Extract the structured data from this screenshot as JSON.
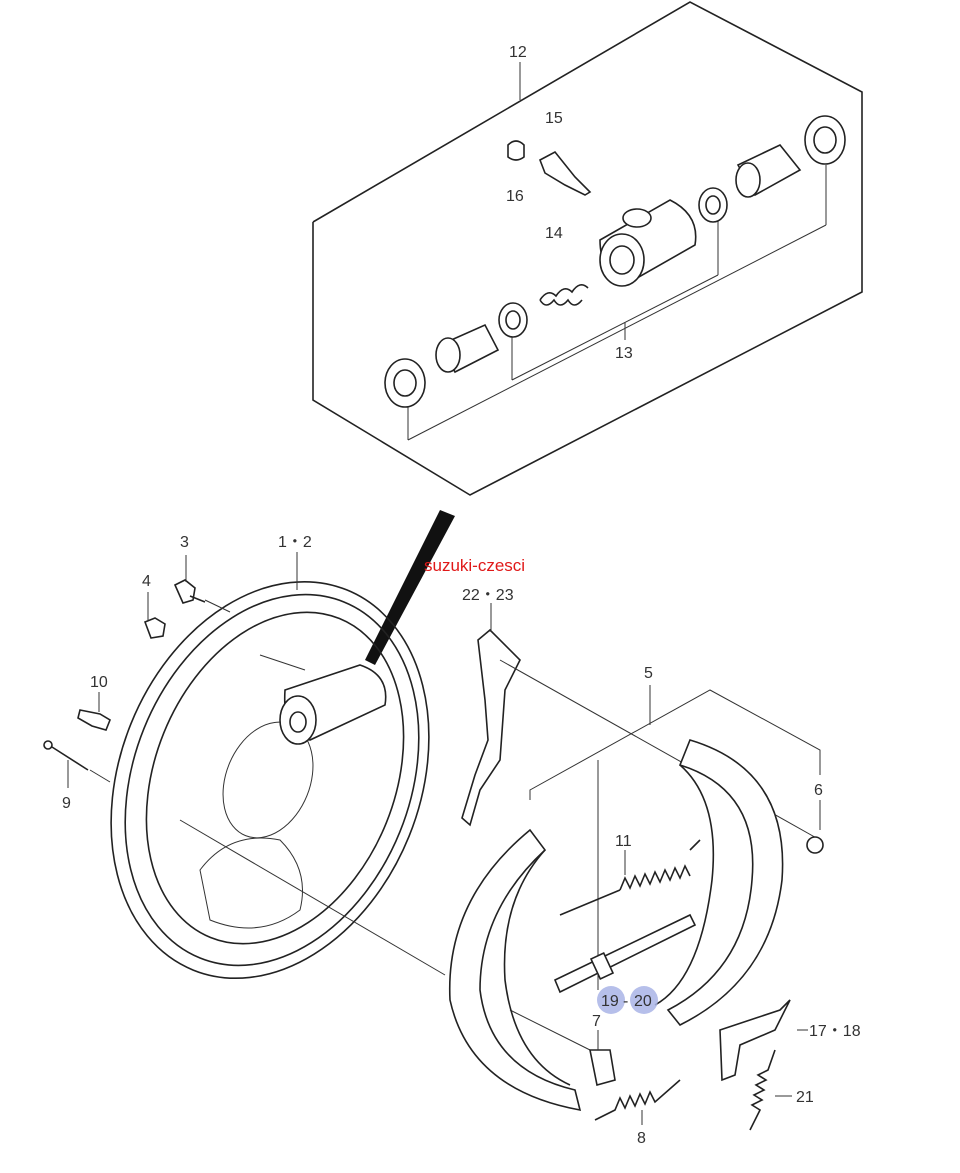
{
  "diagram": {
    "title": "Rear drum brake assembly",
    "watermark": "suzuki-czesci",
    "labels": {
      "l12": "12",
      "l15": "15",
      "l16": "16",
      "l14": "14",
      "l13": "13",
      "l3": "3",
      "l4": "4",
      "l1_2": "1・2",
      "l10": "10",
      "l9": "9",
      "l22_23": "22・23",
      "l5": "5",
      "l6": "6",
      "l11": "11",
      "l19": "19",
      "l20": "20",
      "l7": "7",
      "l17_18": "17・18",
      "l21": "21",
      "l8": "8"
    },
    "highlight_color": "#a9b4e6"
  }
}
